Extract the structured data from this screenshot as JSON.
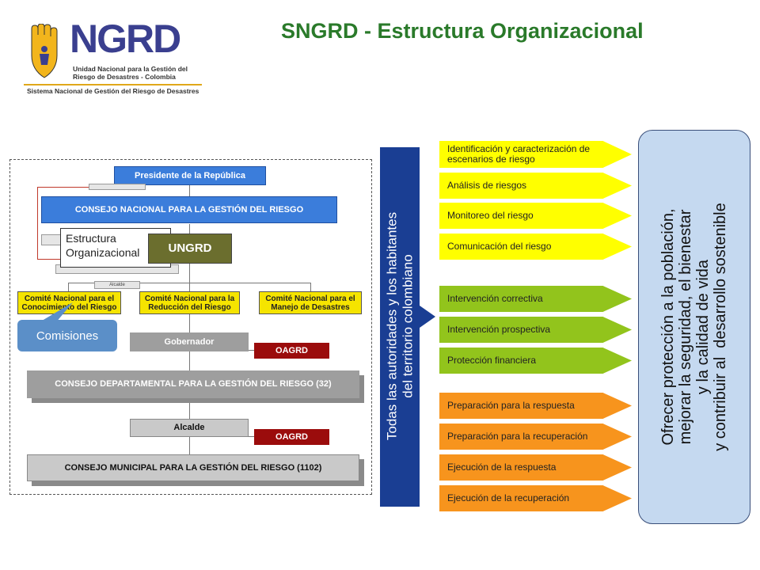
{
  "logo": {
    "acronym": "NGRD",
    "line1": "Unidad Nacional para la Gestión del",
    "line2": "Riesgo de Desastres - Colombia",
    "system": "Sistema Nacional de Gestión del Riesgo de Desastres"
  },
  "title": "SNGRD - Estructura Organizacional",
  "org": {
    "president": "Presidente de la República",
    "consejo_nacional": "CONSEJO NACIONAL PARA LA GESTIÓN DEL RIESGO",
    "callout": "Estructura Organizacional",
    "ungrd": "UNGRD",
    "alcalde_tiny": "Alcalde",
    "comite_conocimiento": "Comité Nacional para el Conocimiento del Riesgo",
    "comite_reduccion": "Comité Nacional para la Reducción del Riesgo",
    "comite_manejo": "Comité Nacional para el Manejo de Desastres",
    "comisiones": "Comisiones",
    "gobernador": "Gobernador",
    "oagrd_1": "OAGRD",
    "consejo_departamental": "CONSEJO DEPARTAMENTAL PARA LA GESTIÓN DEL RIESGO (32)",
    "alcalde": "Alcalde",
    "oagrd_2": "OAGRD",
    "consejo_municipal": "CONSEJO MUNICIPAL PARA LA GESTIÓN DEL RIESGO (1102)"
  },
  "vertical_label": [
    "Todas las autoridades y los habitantes",
    "del territorio colombiano"
  ],
  "processes": {
    "conocimiento": [
      "Identificación y caracterización de escenarios de riesgo",
      "Análisis de riesgos",
      "Monitoreo del riesgo",
      "Comunicación del riesgo"
    ],
    "reduccion": [
      "Intervención correctiva",
      "Intervención prospectiva",
      "Protección financiera"
    ],
    "manejo": [
      "Preparación para la respuesta",
      "Preparación para la recuperación",
      "Ejecución de la respuesta",
      "Ejecución de la recuperación"
    ]
  },
  "goal": [
    "Ofrecer protección a la población,",
    "mejorar la seguridad, el bienestar",
    "y la calidad de vida",
    "y contribuir al  desarrollo sostenible"
  ],
  "colors": {
    "blue": "#3b7ddb",
    "navy": "#1a3e93",
    "yellow": "#ffff00",
    "green": "#92c41c",
    "orange": "#f7941d",
    "title_green": "#2a7a2a",
    "dark_red": "#9b0c0c"
  },
  "icons": [
    "hand-shield-emblem-icon"
  ]
}
